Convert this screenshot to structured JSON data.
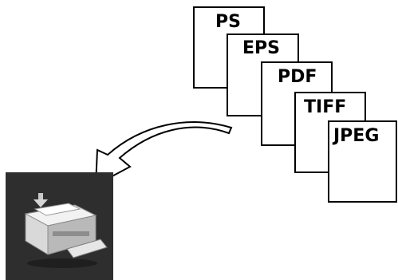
{
  "documents": [
    {
      "label": "PS"
    },
    {
      "label": "EPS"
    },
    {
      "label": "PDF"
    },
    {
      "label": "TIFF"
    },
    {
      "label": "JPEG"
    }
  ],
  "icons": {
    "printer": "printer-icon",
    "arrow": "curved-arrow-icon",
    "download": "down-arrow-icon"
  },
  "colors": {
    "page": "#ffffff",
    "stroke": "#000000",
    "printer_panel": "#2e2e2e"
  }
}
